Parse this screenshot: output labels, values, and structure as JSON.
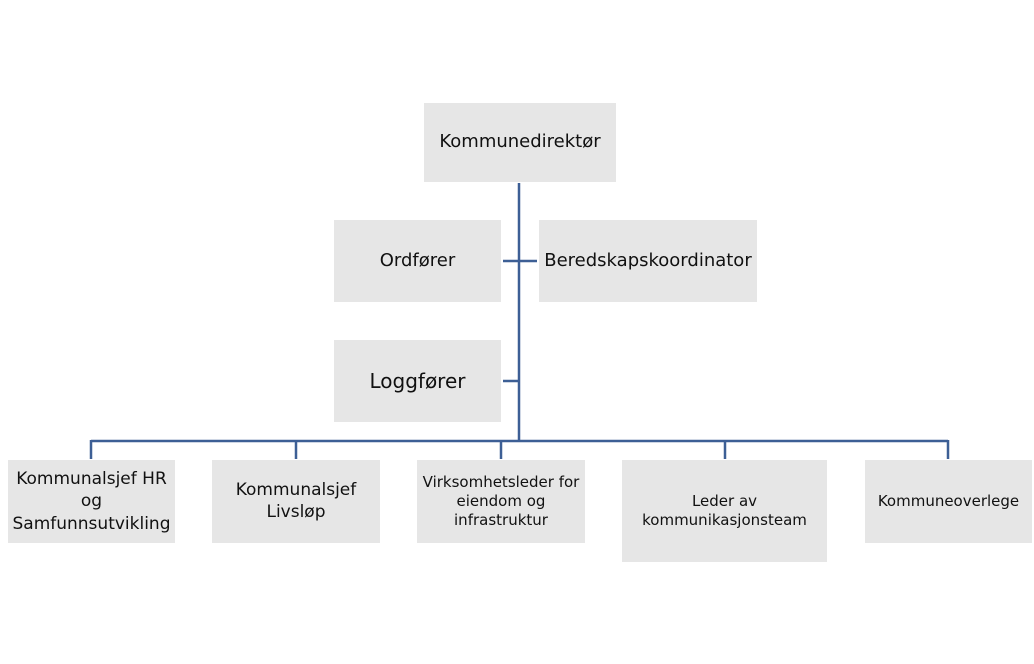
{
  "chart_title": "",
  "line_color": "#3d5f95",
  "box_color": "#e6e6e6",
  "nodes": {
    "root": "Kommunedirektør",
    "mayor": "Ordfører",
    "emergency": "Beredskapskoordinator",
    "logger": "Loggfører",
    "hr_line1": "Kommunalsjef HR",
    "hr_line2": "og",
    "hr_line3": "Samfunnsutvikling",
    "life_line1": "Kommunalsjef",
    "life_line2": "Livsløp",
    "prop_line1": "Virksomhetsleder for",
    "prop_line2": "eiendom og",
    "prop_line3": "infrastruktur",
    "comm_line1": "Leder av",
    "comm_line2": "kommunikasjonsteam",
    "doctor": "Kommuneoverlege"
  }
}
